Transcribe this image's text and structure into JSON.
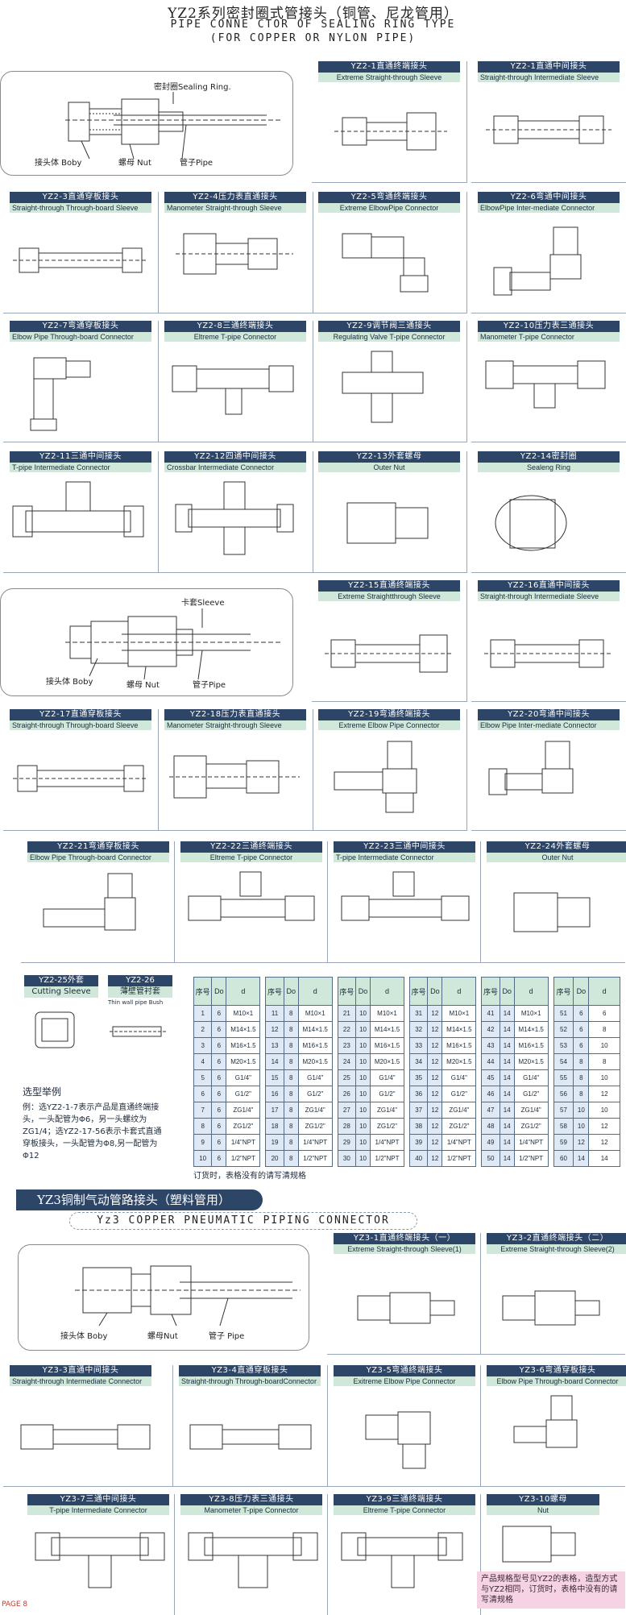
{
  "title_cn": "YZ2系列密封圈式管接头（铜管、尼龙管用）",
  "title_en_1": "PIPE CONNE CTOR OF SEALING RING TYPE",
  "title_en_2": "(FOR COPPER OR NYLON PIPE)",
  "hero1": {
    "sealing": "密封圈Sealing Ring.",
    "body": "接头体 Boby",
    "nut": "螺母 Nut",
    "pipe": "管子Pipe"
  },
  "hero2": {
    "sleeve": "卡套Sleeve",
    "body": "接头体 Boby",
    "nut": "螺母 Nut",
    "pipe": "管子Pipe"
  },
  "hero3": {
    "body": "接头体 Boby",
    "nut": "螺母Nut",
    "pipe": "管子 Pipe"
  },
  "yz2_row1": [
    {
      "code": "YZ2-1直通终端接头",
      "en": "Extreme Straight-through Sleeve"
    },
    {
      "code": "YZ2-1直通中间接头",
      "en": "Straight-through Intermediate Sleeve"
    }
  ],
  "yz2_row2": [
    {
      "code": "YZ2-3直通穿板接头",
      "en": "Straight-through Through-board Sleeve"
    },
    {
      "code": "YZ2-4压力表直通接头",
      "en": "Manometer Straight-through Sleeve"
    },
    {
      "code": "YZ2-5弯通终端接头",
      "en": "Extreme ElbowPipe Connector"
    },
    {
      "code": "YZ2-6弯通中间接头",
      "en": "ElbowPipe Inter-mediate Connector"
    }
  ],
  "yz2_row3": [
    {
      "code": "YZ2-7弯通穿板接头",
      "en": "Elbow Pipe Through-board Connector"
    },
    {
      "code": "YZ2-8三通终端接头",
      "en": "Eltreme T-pipe Connector"
    },
    {
      "code": "YZ2-9调节阀三通接头",
      "en": "Regulating Valve T-pipe Connector"
    },
    {
      "code": "YZ2-10压力表三通接头",
      "en": "Manometer T-pipe Connector"
    }
  ],
  "yz2_row4": [
    {
      "code": "YZ2-11三通中间接头",
      "en": "T-pipe Intermediate Connector"
    },
    {
      "code": "YZ2-12四通中间接头",
      "en": "Crossbar Intermediate Connector"
    },
    {
      "code": "YZ2-13外套螺母",
      "en": "Outer Nut"
    },
    {
      "code": "YZ2-14密封圈",
      "en": "Sealeng Ring"
    }
  ],
  "yz2_row5": [
    {
      "code": "YZ2-15直通终端接头",
      "en": "Extreme Straightthrough Sleeve"
    },
    {
      "code": "YZ2-16直通中间接头",
      "en": "Straight-through Intermediate Sleeve"
    }
  ],
  "yz2_row6": [
    {
      "code": "YZ2-17直通穿板接头",
      "en": "Straight-through Through-board Sleeve"
    },
    {
      "code": "YZ2-18压力表直通接头",
      "en": "Manometer Straight-through Sleeve"
    },
    {
      "code": "YZ2-19弯通终端接头",
      "en": "Extreme Elbow Pipe Connector"
    },
    {
      "code": "YZ2-20弯通中间接头",
      "en": "Elbow Pipe Inter-mediate Connector"
    }
  ],
  "yz2_row7": [
    {
      "code": "YZ2-21弯通穿板接头",
      "en": "Elbow Pipe Through-board Connector"
    },
    {
      "code": "YZ2-22三通终端接头",
      "en": "Eltreme T-pipe Connector"
    },
    {
      "code": "YZ2-23三通中间接头",
      "en": "T-pipe Intermediate Connector"
    },
    {
      "code": "YZ2-24外套螺母",
      "en": "Outer Nut"
    }
  ],
  "yz2_25": {
    "code": "YZ2-25外套",
    "en": "Cutting Sleeve"
  },
  "yz2_26": {
    "code": "YZ2-26",
    "cn": "薄壁管衬套",
    "en": "Thin wall pipe Bush"
  },
  "example": {
    "heading": "选型举例",
    "body": "例：选YZ2-1-7表示产品是直通终端接头，一头配管为Φ6，另一头螺纹为ZG1/4；选YZ2-17-56表示卡套式直通穿板接头，一头配管为Φ8,另一配管为Φ12"
  },
  "spec_headers": {
    "no": "序号",
    "do": "Do",
    "d": "d"
  },
  "spec_groups": [
    [
      [
        "1",
        "6",
        "M10×1"
      ],
      [
        "2",
        "6",
        "M14×1.5"
      ],
      [
        "3",
        "6",
        "M16×1.5"
      ],
      [
        "4",
        "6",
        "M20×1.5"
      ],
      [
        "5",
        "6",
        "G1/4\""
      ],
      [
        "6",
        "6",
        "G1/2\""
      ],
      [
        "7",
        "6",
        "ZG1/4\""
      ],
      [
        "8",
        "6",
        "ZG1/2\""
      ],
      [
        "9",
        "6",
        "1/4\"NPT"
      ],
      [
        "10",
        "6",
        "1/2\"NPT"
      ]
    ],
    [
      [
        "11",
        "8",
        "M10×1"
      ],
      [
        "12",
        "8",
        "M14×1.5"
      ],
      [
        "13",
        "8",
        "M16×1.5"
      ],
      [
        "14",
        "8",
        "M20×1.5"
      ],
      [
        "15",
        "8",
        "G1/4\""
      ],
      [
        "16",
        "8",
        "G1/2\""
      ],
      [
        "17",
        "8",
        "ZG1/4\""
      ],
      [
        "18",
        "8",
        "ZG1/2\""
      ],
      [
        "19",
        "8",
        "1/4\"NPT"
      ],
      [
        "20",
        "8",
        "1/2\"NPT"
      ]
    ],
    [
      [
        "21",
        "10",
        "M10×1"
      ],
      [
        "22",
        "10",
        "M14×1.5"
      ],
      [
        "23",
        "10",
        "M16×1.5"
      ],
      [
        "24",
        "10",
        "M20×1.5"
      ],
      [
        "25",
        "10",
        "G1/4\""
      ],
      [
        "26",
        "10",
        "G1/2\""
      ],
      [
        "27",
        "10",
        "ZG1/4\""
      ],
      [
        "28",
        "10",
        "ZG1/2\""
      ],
      [
        "29",
        "10",
        "1/4\"NPT"
      ],
      [
        "30",
        "10",
        "1/2\"NPT"
      ]
    ],
    [
      [
        "31",
        "12",
        "M10×1"
      ],
      [
        "32",
        "12",
        "M14×1.5"
      ],
      [
        "33",
        "12",
        "M16×1.5"
      ],
      [
        "34",
        "12",
        "M20×1.5"
      ],
      [
        "35",
        "12",
        "G1/4\""
      ],
      [
        "36",
        "12",
        "G1/2\""
      ],
      [
        "37",
        "12",
        "ZG1/4\""
      ],
      [
        "38",
        "12",
        "ZG1/2\""
      ],
      [
        "39",
        "12",
        "1/4\"NPT"
      ],
      [
        "40",
        "12",
        "1/2\"NPT"
      ]
    ],
    [
      [
        "41",
        "14",
        "M10×1"
      ],
      [
        "42",
        "14",
        "M14×1.5"
      ],
      [
        "43",
        "14",
        "M16×1.5"
      ],
      [
        "44",
        "14",
        "M20×1.5"
      ],
      [
        "45",
        "14",
        "G1/4\""
      ],
      [
        "46",
        "14",
        "G1/2\""
      ],
      [
        "47",
        "14",
        "ZG1/4\""
      ],
      [
        "48",
        "14",
        "ZG1/2\""
      ],
      [
        "49",
        "14",
        "1/4\"NPT"
      ],
      [
        "50",
        "14",
        "1/2\"NPT"
      ]
    ],
    [
      [
        "51",
        "6",
        "6"
      ],
      [
        "52",
        "6",
        "8"
      ],
      [
        "53",
        "6",
        "10"
      ],
      [
        "54",
        "8",
        "8"
      ],
      [
        "55",
        "8",
        "10"
      ],
      [
        "56",
        "8",
        "12"
      ],
      [
        "57",
        "10",
        "10"
      ],
      [
        "58",
        "10",
        "12"
      ],
      [
        "59",
        "12",
        "12"
      ],
      [
        "60",
        "14",
        "14"
      ]
    ]
  ],
  "spec_note": "订货时，表格没有的请写清规格",
  "yz3_title_cn": "YZ3铜制气动管路接头（塑料管用）",
  "yz3_title_en": "Yz3 COPPER PNEUMATIC PIPING CONNECTOR",
  "yz3_row1": [
    {
      "code": "YZ3-1直通终端接头（一）",
      "en": "Extreme Straight-through Sleeve(1)"
    },
    {
      "code": "YZ3-2直通终端接头（二）",
      "en": "Extreme Straight-through Sleeve(2)"
    }
  ],
  "yz3_row2": [
    {
      "code": "YZ3-3直通中间接头",
      "en": "Straight-through Intermediate Connector"
    },
    {
      "code": "YZ3-4直通穿板接头",
      "en": "Straight-through Through-boardConnector"
    },
    {
      "code": "YZ3-5弯通终端接头",
      "en": "Exitreme Elbow Pipe Connector"
    },
    {
      "code": "YZ3-6弯通穿板接头",
      "en": "Elbow Pipe Through-board Connector"
    }
  ],
  "yz3_row3": [
    {
      "code": "YZ3-7三通中间接头",
      "en": "T-pipe Intermediate Connector"
    },
    {
      "code": "YZ3-8压力表三通接头",
      "en": "Manometer T-pipe Connector"
    },
    {
      "code": "YZ3-9三通终端接头",
      "en": "Eltreme T-pipe Connector"
    },
    {
      "code": "YZ3-10螺母",
      "en": "Nut"
    }
  ],
  "yz3_note": "产品规格型号见YZ2的表格，造型方式与YZ2相同，订货时，表格中没有的请写清规格",
  "page": "PAGE 8"
}
